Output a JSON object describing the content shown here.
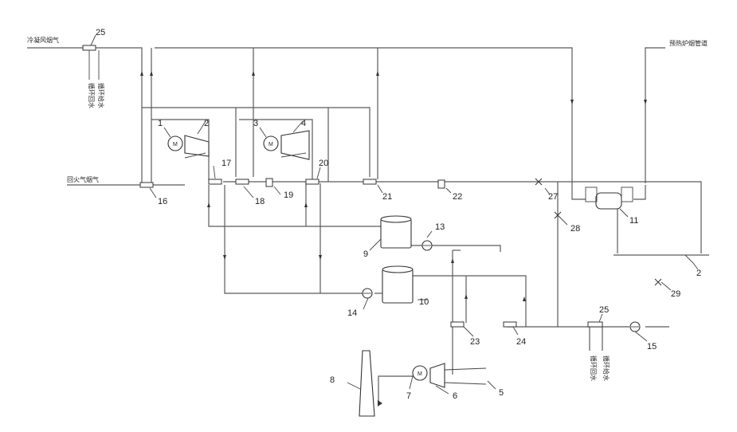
{
  "labels": {
    "left_top": "冷凝风烟气",
    "left_mid": "回火气烟气",
    "right_top": "预热炉烟管道",
    "vert_a1": "循环回水",
    "vert_a2": "循环给水",
    "vert_b1": "循环回水",
    "vert_b2": "循环给水"
  },
  "numbers": {
    "n1": "1",
    "n2": "2",
    "n3": "3",
    "n4": "4",
    "n5": "5",
    "n6": "6",
    "n7": "7",
    "n8": "8",
    "n9": "9",
    "n10": "10",
    "n11": "11",
    "n12": "2",
    "n13": "13",
    "n14": "14",
    "n15": "15",
    "n16": "16",
    "n17": "17",
    "n18": "18",
    "n19": "19",
    "n20": "20",
    "n21": "21",
    "n22": "22",
    "n23": "23",
    "n24": "24",
    "n25a": "25",
    "n25b": "25",
    "n27": "27",
    "n28": "28",
    "n29": "29"
  },
  "motor_symbol": "M"
}
